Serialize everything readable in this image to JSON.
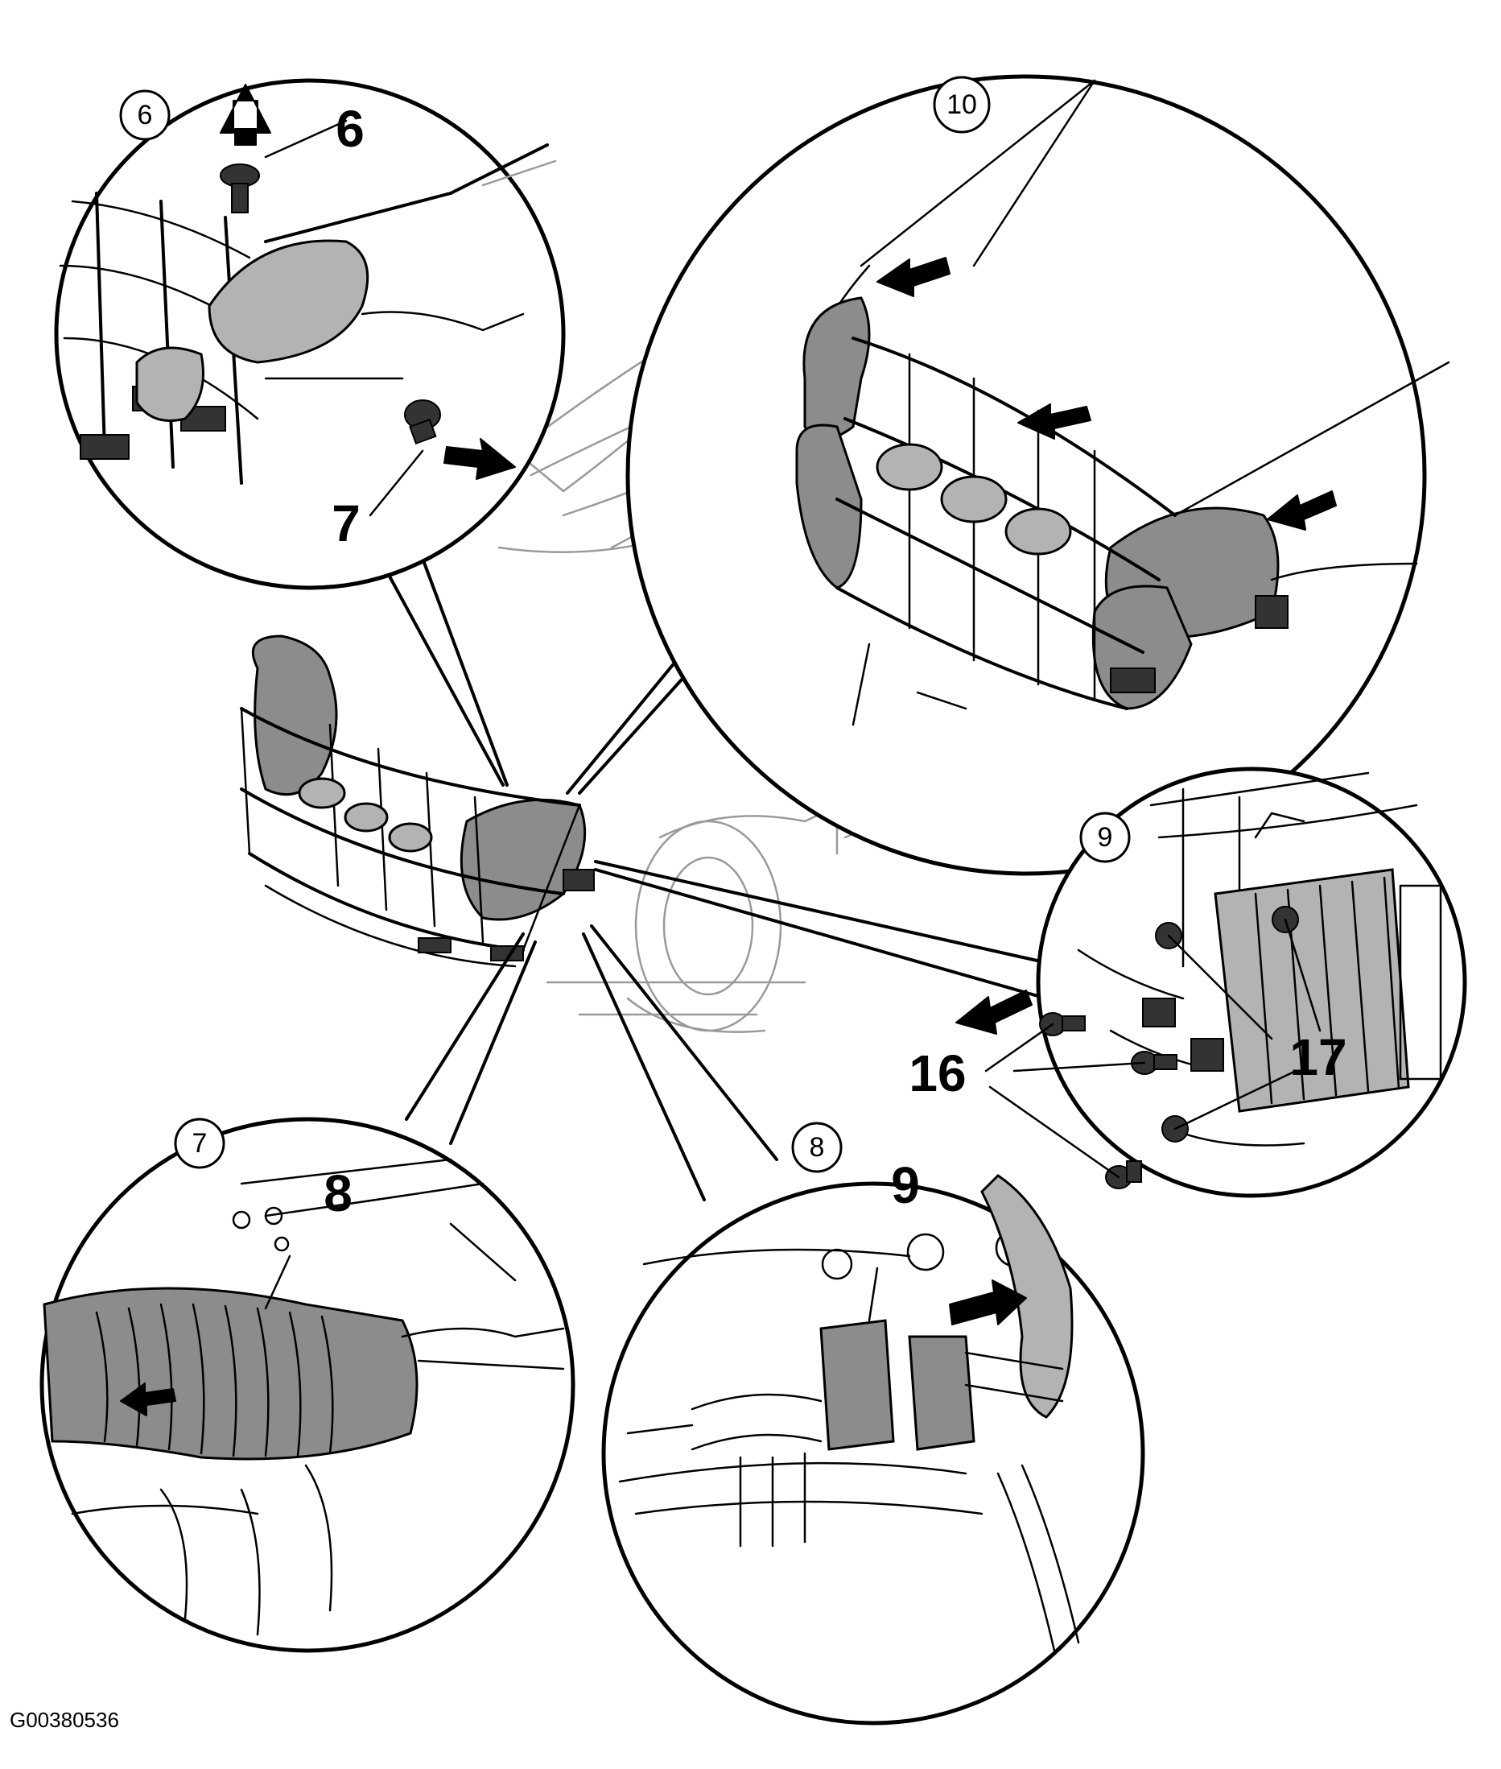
{
  "figure": {
    "id_label": "G00380536"
  },
  "callouts": {
    "detail_a": "6",
    "detail_b": "10",
    "detail_c": "9",
    "detail_d": "7",
    "detail_e": "8"
  },
  "part_numbers": {
    "bolt_top": "6",
    "bolt_side": "7",
    "hose": "8",
    "connector": "9",
    "bolts_mount": "16",
    "nuts_mount": "17"
  }
}
